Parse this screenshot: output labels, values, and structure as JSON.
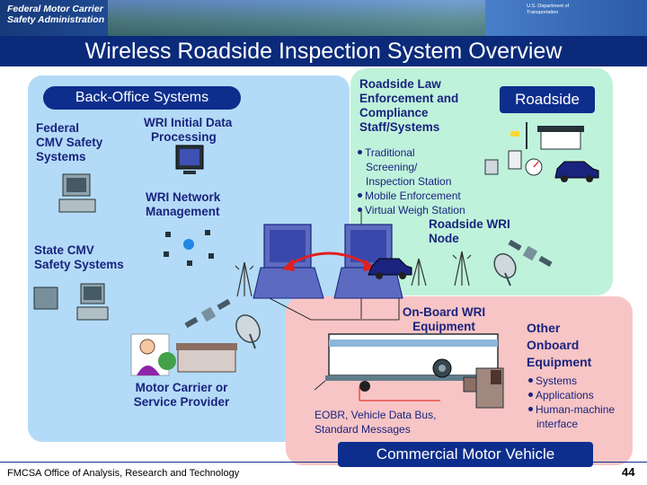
{
  "header": {
    "agency_line1": "Federal Motor Carrier",
    "agency_line2": "Safety Administration",
    "dot_line1": "U.S. Department of",
    "dot_line2": "Transportation"
  },
  "title": "Wireless Roadside Inspection System Overview",
  "back_office": {
    "heading": "Back-Office Systems",
    "federal_line1": "Federal",
    "federal_line2": "CMV Safety",
    "federal_line3": "Systems",
    "wri_processing_line1": "WRI Initial Data",
    "wri_processing_line2": "Processing",
    "wri_network_line1": "WRI Network",
    "wri_network_line2": "Management",
    "state_line1": "State CMV",
    "state_line2": "Safety Systems",
    "carrier_line1": "Motor Carrier or",
    "carrier_line2": "Service Provider"
  },
  "roadside": {
    "heading": "Roadside",
    "staff_line1": "Roadside Law",
    "staff_line2": "Enforcement and",
    "staff_line3": "Compliance",
    "staff_line4": "Staff/Systems",
    "bullet1_line1": "Traditional",
    "bullet1_line2": "Screening/",
    "bullet1_line3": "Inspection Station",
    "bullet2": "Mobile Enforcement",
    "bullet3": "Virtual Weigh Station",
    "wri_node_line1": "Roadside WRI",
    "wri_node_line2": "Node"
  },
  "vehicle": {
    "heading": "Commercial Motor Vehicle",
    "onboard_wri_line1": "On-Board WRI",
    "onboard_wri_line2": "Equipment",
    "other_line1": "Other",
    "other_line2": "Onboard",
    "other_line3": "Equipment",
    "bullet1": "Systems",
    "bullet2": "Applications",
    "bullet3_line1": "Human-machine",
    "bullet3_line2": "interface",
    "eobr_line1": "EOBR, Vehicle Data Bus,",
    "eobr_line2": "Standard Messages"
  },
  "footer": {
    "office": "FMCSA Office of Analysis, Research and Technology",
    "page": "44"
  },
  "colors": {
    "banner": "#0b2a7a",
    "back_office_panel": "#b3dbf7",
    "roadside_panel": "#bff2db",
    "vehicle_panel": "#f7c5c5",
    "pill": "#0d2e8c",
    "text": "#1a237e",
    "arrow": "#e02020"
  }
}
